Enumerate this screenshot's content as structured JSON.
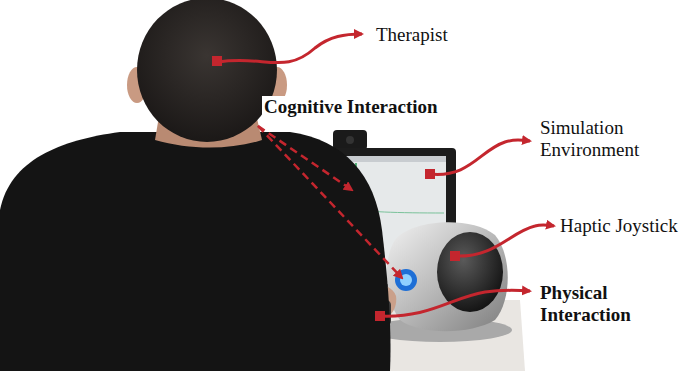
{
  "diagram": {
    "labels": [
      "Therapist",
      "Cognitive Interaction",
      "Simulation Environment",
      "Haptic Joystick",
      "Physical Interaction"
    ]
  }
}
